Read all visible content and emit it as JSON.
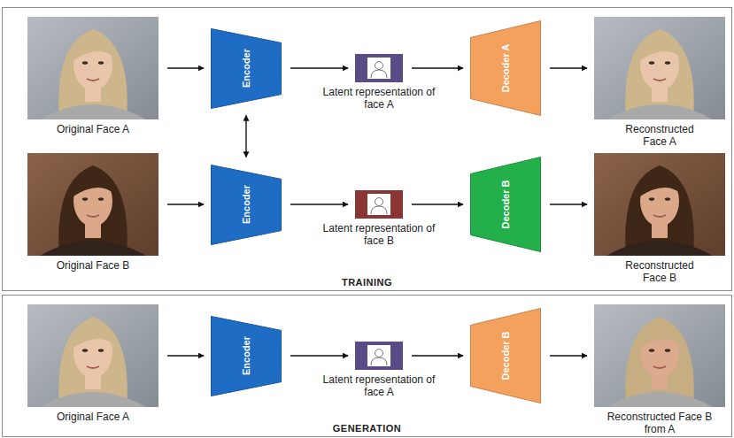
{
  "diagram": {
    "nodes": [
      {
        "text": [
          "TRAINING"
        ]
      },
      {
        "text": [
          "Original Face A"
        ],
        "in": 0
      },
      {
        "text": [
          "Encoder"
        ],
        "in": 0
      },
      {
        "text": [
          "Latent representation of face A"
        ],
        "in": 0
      },
      {
        "text": [
          "Decoder A"
        ],
        "in": 0
      },
      {
        "text": [
          "Reconstructed Face A"
        ],
        "in": 0
      },
      {
        "text": [
          "Original Face B"
        ],
        "in": 0
      },
      {
        "text": [
          "Encoder"
        ],
        "in": 0
      },
      {
        "text": [
          "Latent representation of face B"
        ],
        "in": 0
      },
      {
        "text": [
          "Decoder B"
        ],
        "in": 0
      },
      {
        "text": [
          "Reconstructed Face B"
        ],
        "in": 0
      },
      {
        "text": [
          "GENERATION"
        ]
      },
      {
        "text": [
          "Original Face A"
        ],
        "in": 11
      },
      {
        "text": [
          "Encoder"
        ],
        "in": 11
      },
      {
        "text": [
          "Latent representation of face A"
        ],
        "in": 11
      },
      {
        "text": [
          "Decoder B"
        ],
        "in": 11
      },
      {
        "text": [
          "Reconstructed Face B from A"
        ],
        "in": 11
      }
    ],
    "edges": [
      {
        "from": 1,
        "to": 2,
        "arrow": "to"
      },
      {
        "from": 2,
        "to": 3,
        "arrow": "to"
      },
      {
        "from": 3,
        "to": 4,
        "arrow": "to"
      },
      {
        "from": 4,
        "to": 5,
        "arrow": "to"
      },
      {
        "from": 2,
        "to": 7,
        "arrow": "both"
      },
      {
        "from": 6,
        "to": 7,
        "arrow": "to"
      },
      {
        "from": 7,
        "to": 8,
        "arrow": "to"
      },
      {
        "from": 8,
        "to": 9,
        "arrow": "to"
      },
      {
        "from": 9,
        "to": 10,
        "arrow": "to"
      },
      {
        "from": 12,
        "to": 13,
        "arrow": "to"
      },
      {
        "from": 13,
        "to": 14,
        "arrow": "to"
      },
      {
        "from": 14,
        "to": 15,
        "arrow": "to"
      },
      {
        "from": 15,
        "to": 16,
        "arrow": "to"
      }
    ]
  }
}
